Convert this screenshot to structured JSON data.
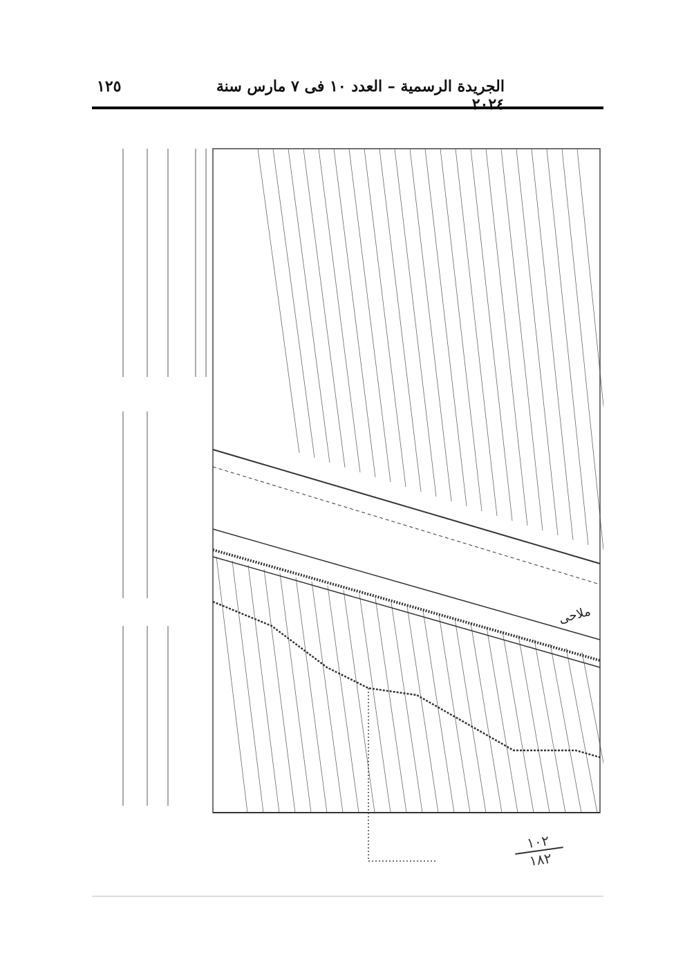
{
  "header": {
    "title": "الجريدة الرسمية – العدد ١٠ فى ٧ مارس سنة ٢٠٢٤",
    "page_number": "١٢٥"
  },
  "map": {
    "label_main": "ملاحى",
    "sheet_ref_top": "١٠٢",
    "sheet_ref_bottom": "١٨٢"
  }
}
